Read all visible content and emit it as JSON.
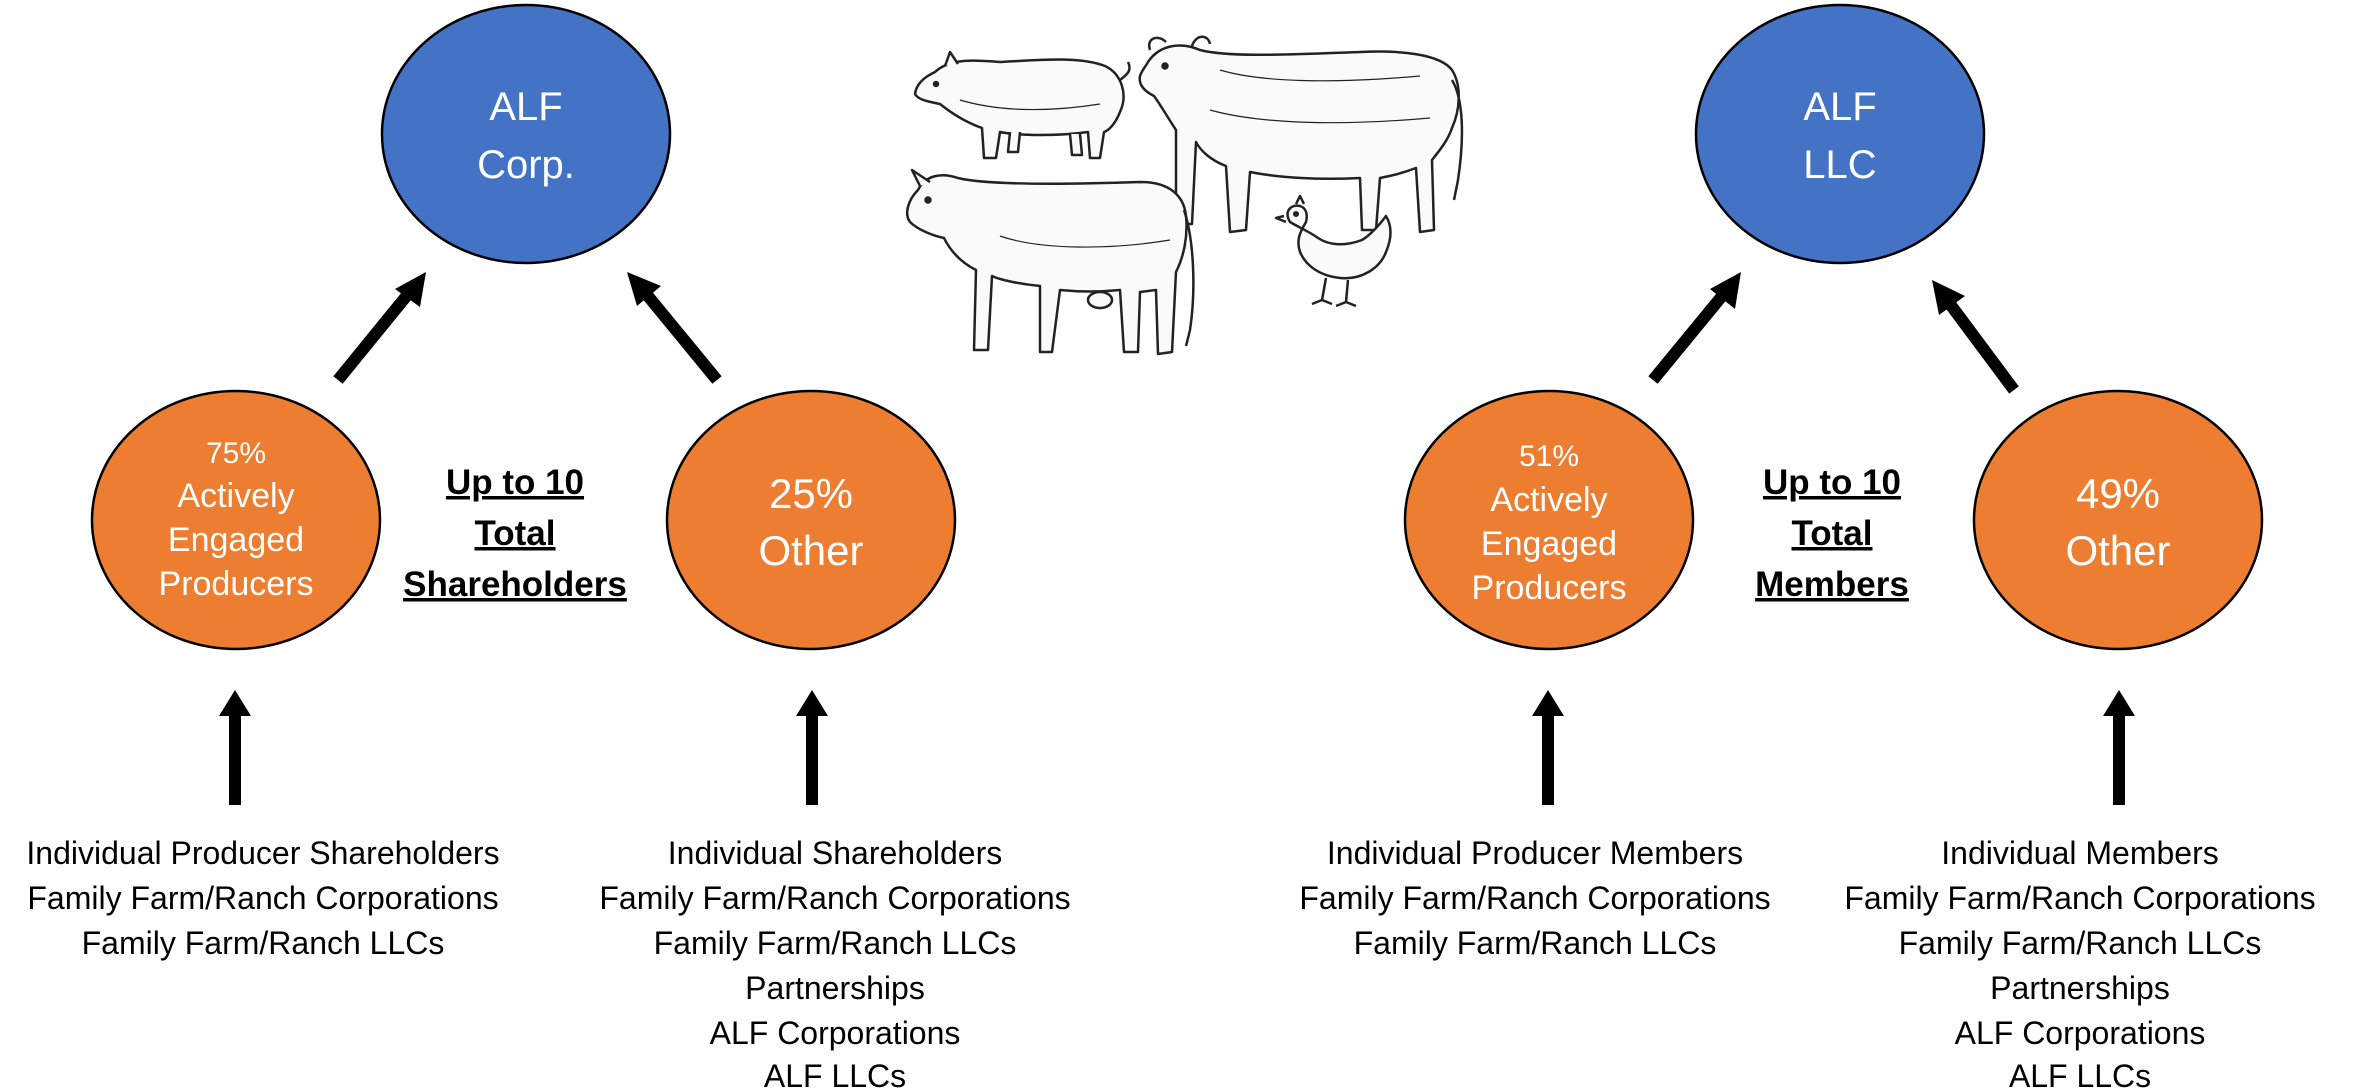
{
  "colors": {
    "blue": "#4472C4",
    "orange": "#ED7D31",
    "text_on_shape": "#ffffff",
    "text": "#000000"
  },
  "left": {
    "top": {
      "line1": "ALF",
      "line2": "Corp."
    },
    "producers": {
      "line1": "75%",
      "line2": "Actively",
      "line3": "Engaged",
      "line4": "Producers"
    },
    "other": {
      "line1": "25%",
      "line2": "Other"
    },
    "center": {
      "line1": "Up to 10",
      "line2": "Total",
      "line3": "Shareholders"
    },
    "producers_list": [
      "Individual Producer Shareholders",
      "Family Farm/Ranch Corporations",
      "Family Farm/Ranch LLCs"
    ],
    "other_list": [
      "Individual Shareholders",
      "Family Farm/Ranch Corporations",
      "Family Farm/Ranch LLCs",
      "Partnerships",
      "ALF Corporations",
      "ALF LLCs"
    ]
  },
  "right": {
    "top": {
      "line1": "ALF",
      "line2": "LLC"
    },
    "producers": {
      "line1": "51%",
      "line2": "Actively",
      "line3": "Engaged",
      "line4": "Producers"
    },
    "other": {
      "line1": "49%",
      "line2": "Other"
    },
    "center": {
      "line1": "Up to 10",
      "line2": "Total",
      "line3": "Members"
    },
    "producers_list": [
      "Individual Producer Members",
      "Family Farm/Ranch Corporations",
      "Family Farm/Ranch LLCs"
    ],
    "other_list": [
      "Individual Members",
      "Family Farm/Ranch Corporations",
      "Family Farm/Ranch LLCs",
      "Partnerships",
      "ALF Corporations",
      "ALF LLCs"
    ]
  },
  "illustration": {
    "icons": [
      "pig-icon",
      "bull-icon",
      "cow-icon",
      "chicken-icon"
    ]
  }
}
